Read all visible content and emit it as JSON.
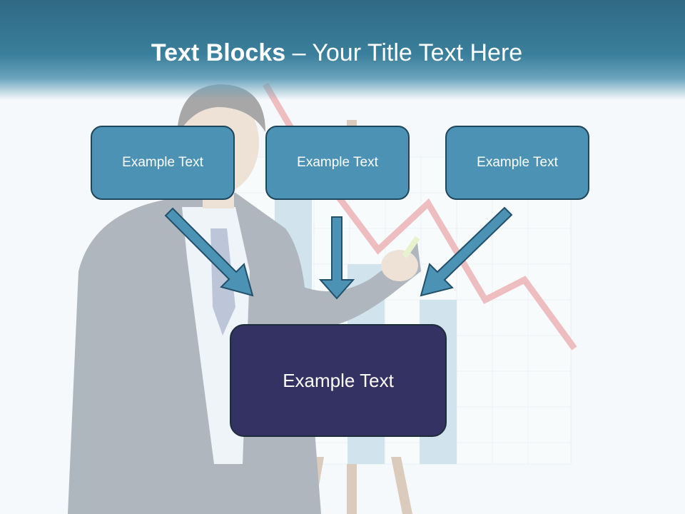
{
  "slide": {
    "title_bold": "Text Blocks",
    "title_dash": " – ",
    "title_rest": "Your Title Text Here"
  },
  "blocks": {
    "top": [
      {
        "label": "Example Text"
      },
      {
        "label": "Example Text"
      },
      {
        "label": "Example Text"
      }
    ],
    "main": {
      "label": "Example Text"
    }
  },
  "colors": {
    "header": "#3a7f9c",
    "top_block_fill": "#4b92b4",
    "main_block_fill": "#343163",
    "arrow_fill": "#4b92b4",
    "trend_line": "#e36a6a"
  }
}
